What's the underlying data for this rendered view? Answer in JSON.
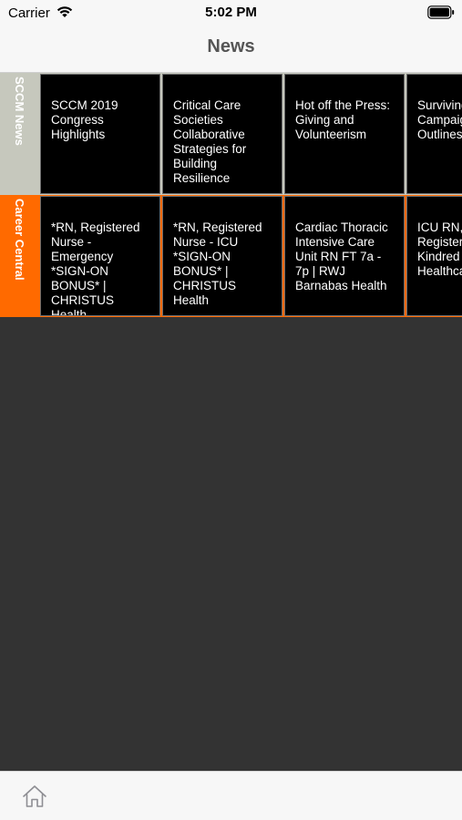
{
  "status": {
    "carrier": "Carrier",
    "time": "5:02 PM"
  },
  "nav": {
    "title": "News"
  },
  "rows": [
    {
      "label": "SCCM News",
      "color": "#c6c8bd",
      "cards": [
        "SCCM 2019 Congress Highlights",
        "Critical Care Societies Collaborative Strategies for Building Resilience",
        "Hot off the Press: Giving and Volunteerism",
        "Surviving Campaign Outlines Map for"
      ]
    },
    {
      "label": "Career Central",
      "color": "#ff6a00",
      "cards": [
        "*RN, Registered Nurse - Emergency *SIGN-ON BONUS* | CHRISTUS Health",
        "*RN, Registered Nurse - ICU *SIGN-ON BONUS* | CHRISTUS Health",
        "Cardiac Thoracic Intensive Care Unit RN FT 7a - 7p | RWJ Barnabas Health",
        "ICU RN, Registered | Kindred Healthcare"
      ]
    }
  ],
  "icons": {
    "status": [
      "wifi-icon",
      "battery-icon"
    ],
    "tab": "home-icon"
  }
}
